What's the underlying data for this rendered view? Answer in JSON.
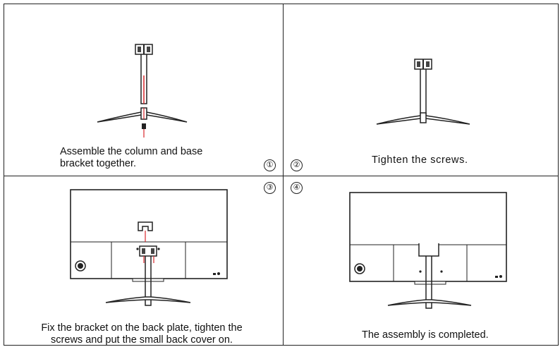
{
  "panels": [
    {
      "step": "①",
      "caption_lines": [
        "Assemble the column and base",
        "bracket together."
      ]
    },
    {
      "step": "②",
      "caption_lines": [
        "Tighten the screws."
      ]
    },
    {
      "step": "③",
      "caption_lines": [
        "Fix the bracket on the back plate, tighten the",
        "screws and put the small back cover on."
      ]
    },
    {
      "step": "④",
      "caption_lines": [
        "The assembly is completed."
      ]
    }
  ],
  "colors": {
    "line": "#222222",
    "accent": "#d8262b"
  },
  "icons": [
    "stand-illustration",
    "monitor-back-illustration",
    "screw-arrow-icon"
  ]
}
